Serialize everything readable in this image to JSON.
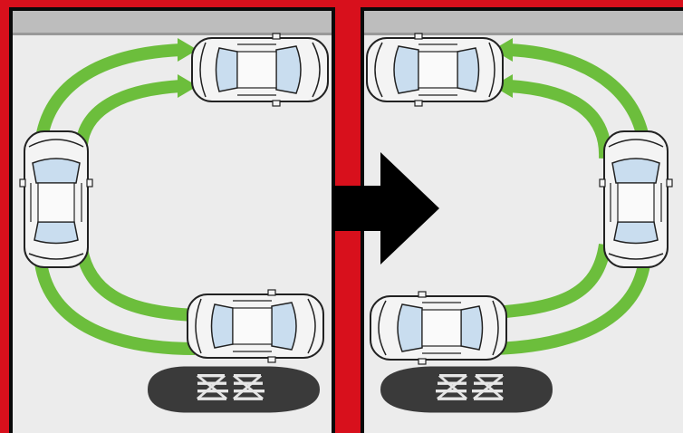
{
  "colors": {
    "frame_red": "#d8101c",
    "background_black": "#0a0a0a",
    "floor": "#ececec",
    "wall": "#bdbdbd",
    "arrow_green": "#6cbe3c",
    "car_body": "#f4f4f4",
    "car_glass": "#c9ddef",
    "shoe": "#3a3a3a",
    "direction_arrow": "#000000"
  },
  "panels": [
    {
      "id": "before",
      "wall_side": "top"
    },
    {
      "id": "after",
      "wall_side": "top"
    }
  ],
  "icons": {
    "direction": "arrow-right-icon",
    "foot": "shoe-icon",
    "car": "car-topview-icon"
  }
}
